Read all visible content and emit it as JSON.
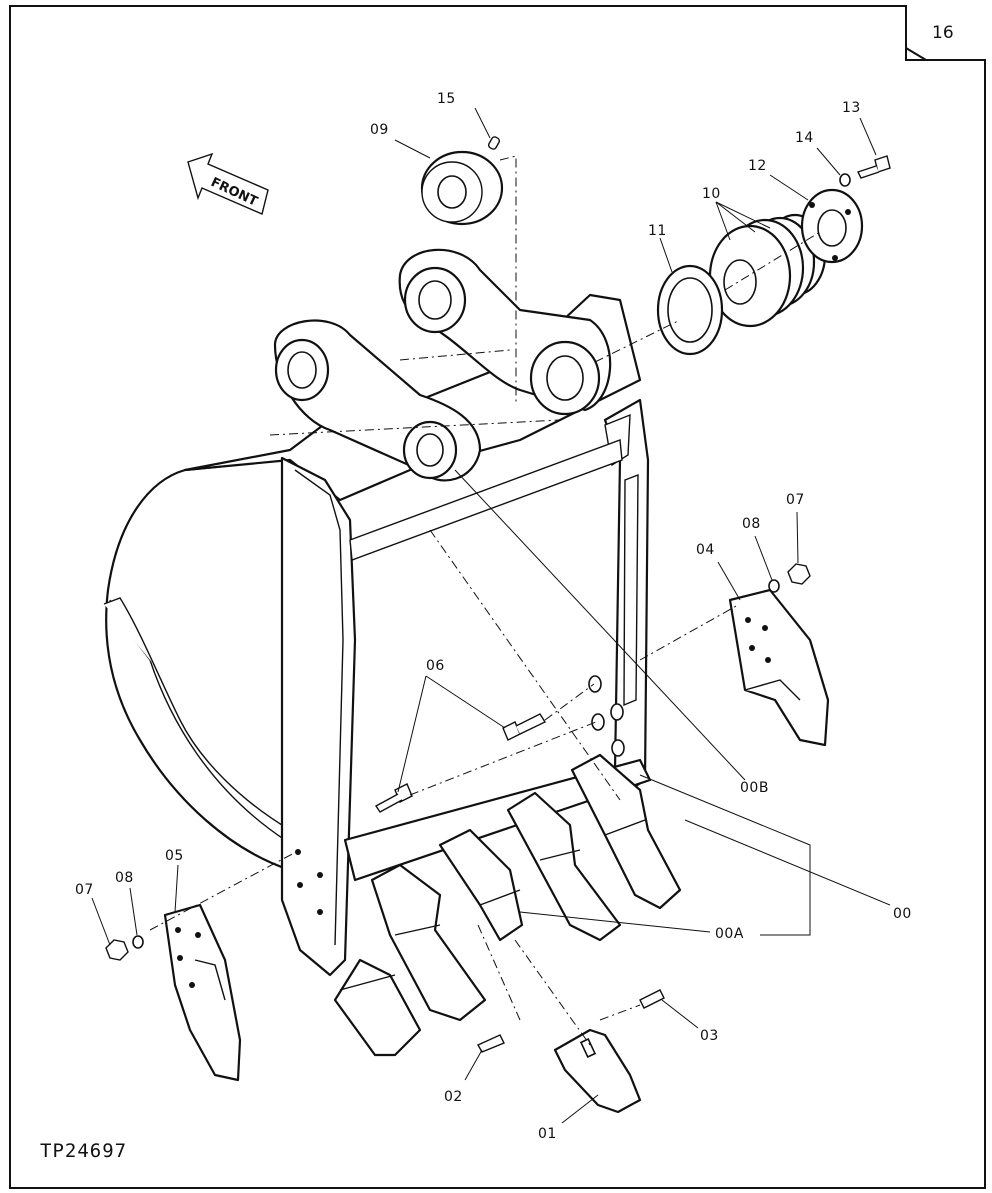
{
  "sheet_number": "16",
  "figure_id": "TP24697",
  "front_arrow_label": "FRONT",
  "callouts": {
    "c00": "00",
    "c00A": "00A",
    "c00B": "00B",
    "c01": "01",
    "c02": "02",
    "c03": "03",
    "c04": "04",
    "c05": "05",
    "c06": "06",
    "c07_right": "07",
    "c07_left": "07",
    "c08_right": "08",
    "c08_left": "08",
    "c09": "09",
    "c10": "10",
    "c11": "11",
    "c12": "12",
    "c13": "13",
    "c14": "14",
    "c15": "15"
  }
}
